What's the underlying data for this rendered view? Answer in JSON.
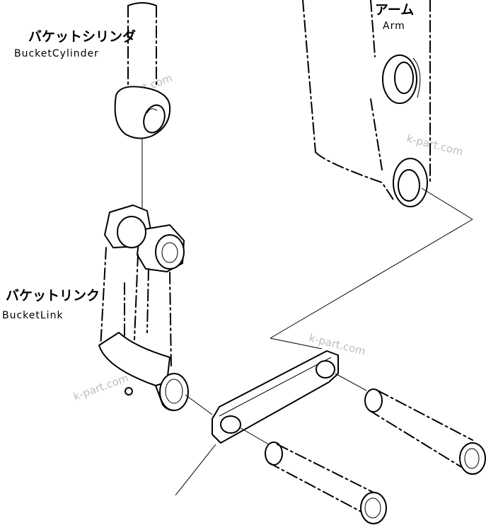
{
  "labels": {
    "bucket_cylinder_jp": "バケットシリンダ",
    "bucket_cylinder_en": "BucketCylinder",
    "arm_jp": "アーム",
    "arm_en": "Arm",
    "bucket_link_jp": "バケットリンク",
    "bucket_link_en": "BucketLink"
  },
  "watermark": "k-part.com"
}
